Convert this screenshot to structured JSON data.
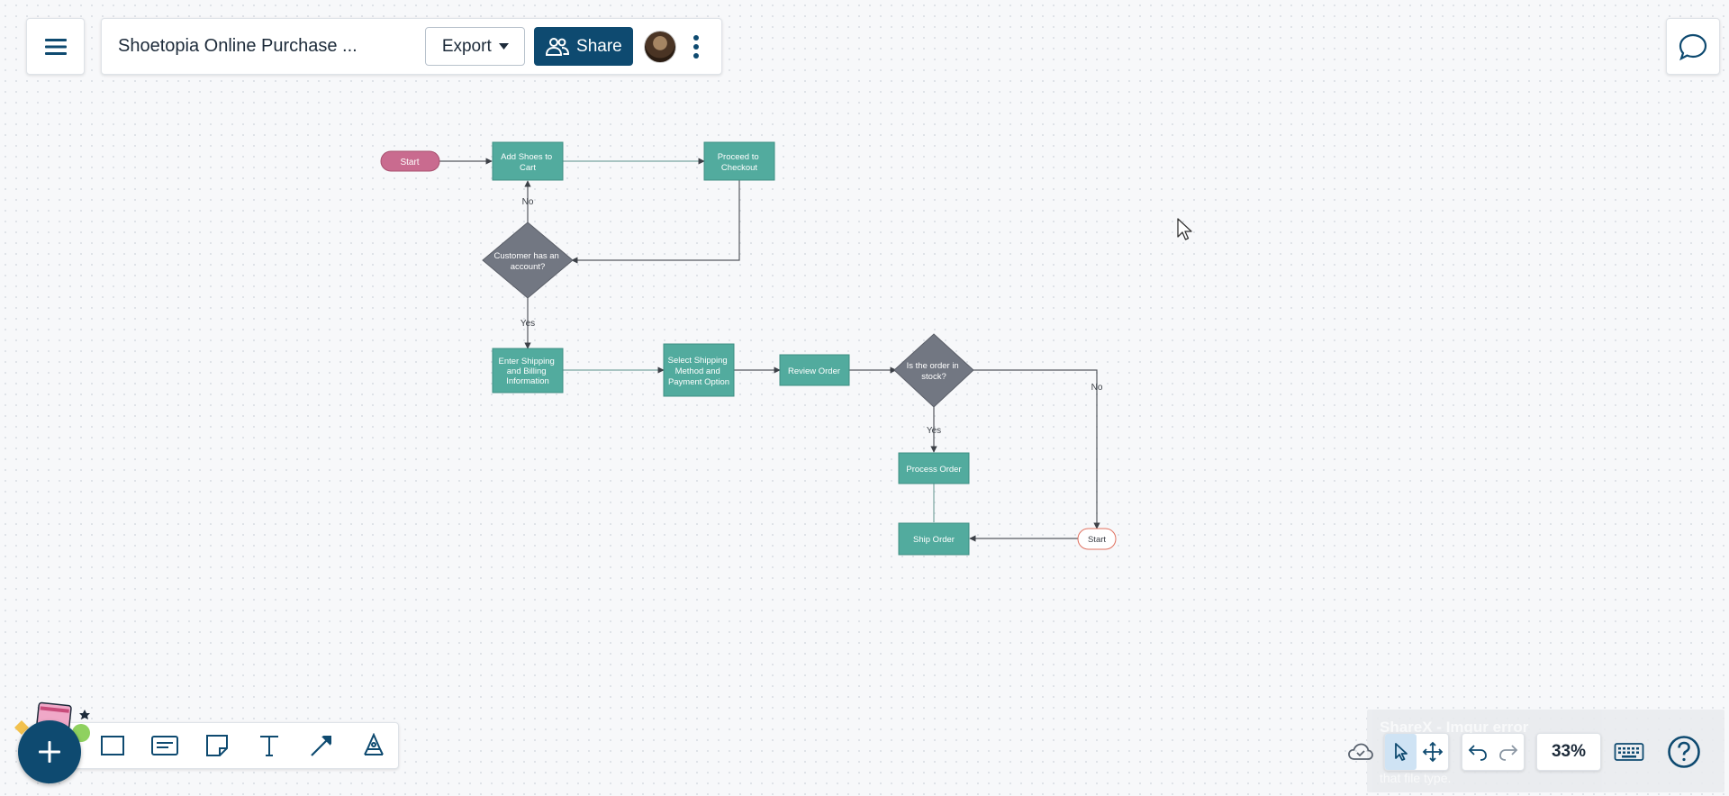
{
  "header": {
    "document_title": "Shoetopia Online Purchase ...",
    "export_label": "Export",
    "share_label": "Share"
  },
  "flowchart": {
    "start_label": "Start",
    "add_shoes": [
      "Add Shoes to",
      "Cart"
    ],
    "proceed_checkout": [
      "Proceed to",
      "Checkout"
    ],
    "customer_decision": [
      "Customer has an",
      "account?"
    ],
    "enter_shipping": [
      "Enter Shipping",
      "and Billing",
      "Information"
    ],
    "select_shipping": [
      "Select Shipping",
      "Method and",
      "Payment Option"
    ],
    "review_order": "Review Order",
    "stock_decision": [
      "Is the order in",
      "stock?"
    ],
    "process_order": "Process Order",
    "ship_order": "Ship Order",
    "end_label": "Start",
    "label_no_top": "No",
    "label_yes_left": "Yes",
    "label_no_right": "No",
    "label_yes_stock": "Yes"
  },
  "toolbar": {
    "icons": [
      "rectangle-icon",
      "card-icon",
      "sticky-note-icon",
      "text-icon",
      "arrow-line-icon",
      "pen-icon"
    ]
  },
  "status": {
    "zoom": "33%"
  },
  "toast": {
    "title": "ShareX - Imgur error",
    "message": "that file type."
  },
  "colors": {
    "brand_dark": "#0e4a70",
    "process_fill": "#52ab9e",
    "decision_fill": "#727782",
    "start_fill": "#c96b8f",
    "end_stroke": "#e0705f"
  }
}
